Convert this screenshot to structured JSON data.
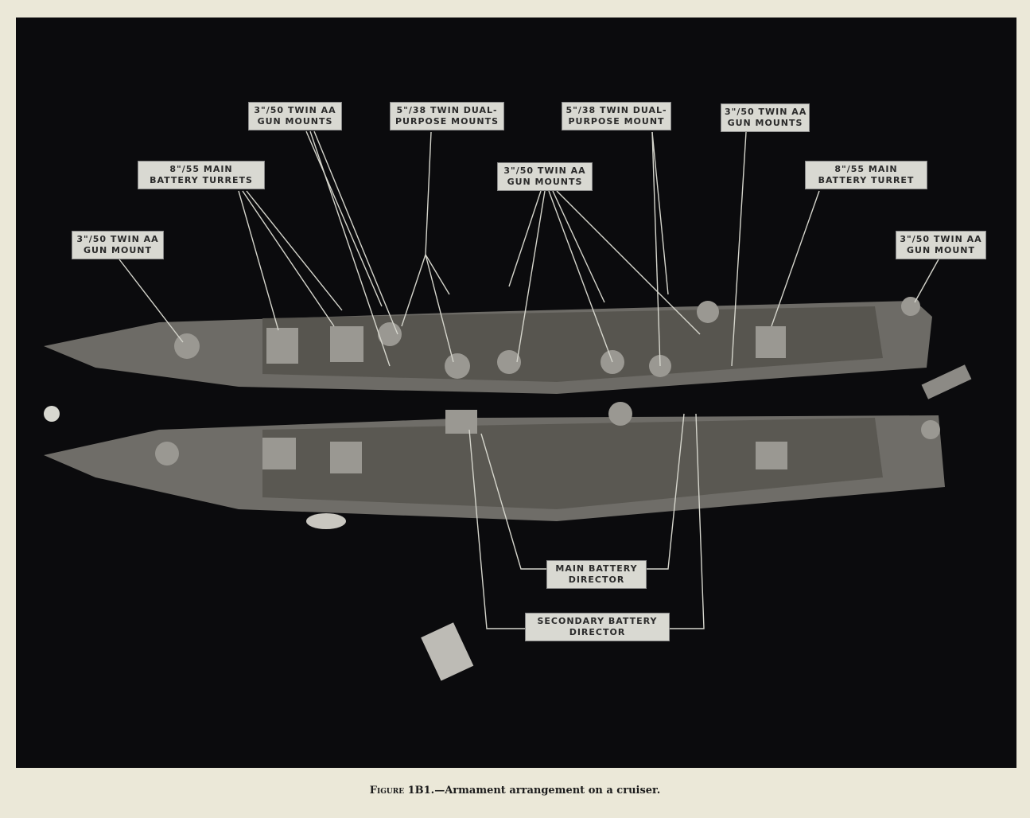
{
  "figure": {
    "labels": {
      "aa_mounts_top_left": [
        "3\"/50 TWIN AA",
        "GUN MOUNTS"
      ],
      "dp_mounts": [
        "5\"/38 TWIN DUAL-",
        "PURPOSE MOUNTS"
      ],
      "dp_mount": [
        "5\"/38 TWIN DUAL-",
        "PURPOSE MOUNT"
      ],
      "aa_mounts_top_right": [
        "3\"/50 TWIN AA",
        "GUN MOUNTS"
      ],
      "main_turrets": [
        "8\"/55 MAIN",
        "BATTERY TURRETS"
      ],
      "aa_mounts_center": [
        "3\"/50 TWIN AA",
        "GUN MOUNTS"
      ],
      "main_turret": [
        "8\"/55 MAIN",
        "BATTERY TURRET"
      ],
      "aa_mount_left": [
        "3\"/50 TWIN AA",
        "GUN MOUNT"
      ],
      "aa_mount_right": [
        "3\"/50 TWIN AA",
        "GUN MOUNT"
      ],
      "main_director": [
        "MAIN BATTERY",
        "DIRECTOR"
      ],
      "secondary_director": [
        "SECONDARY BATTERY",
        "DIRECTOR"
      ]
    }
  },
  "caption": {
    "figure_number": "Figure 1B1.",
    "text": "—Armament arrangement on a cruiser."
  }
}
